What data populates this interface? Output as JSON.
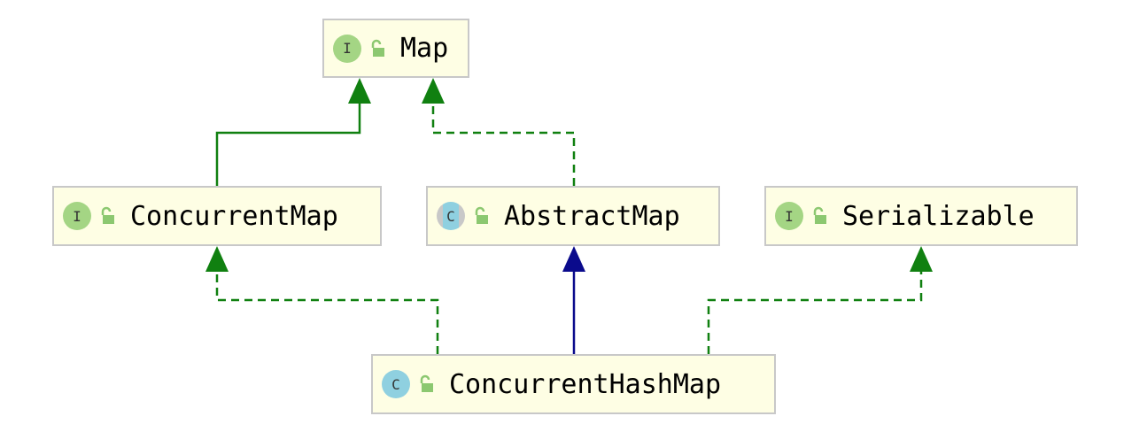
{
  "nodes": {
    "map": {
      "label": "Map",
      "kind_letter": "I",
      "kind": "interface"
    },
    "concurrent_map": {
      "label": "ConcurrentMap",
      "kind_letter": "I",
      "kind": "interface"
    },
    "abstract_map": {
      "label": "AbstractMap",
      "kind_letter": "C",
      "kind": "abstract class"
    },
    "serializable": {
      "label": "Serializable",
      "kind_letter": "I",
      "kind": "interface"
    },
    "concurrent_hash_map": {
      "label": "ConcurrentHashMap",
      "kind_letter": "C",
      "kind": "class"
    }
  },
  "edges": [
    {
      "from": "ConcurrentMap",
      "to": "Map",
      "relation": "extends",
      "style": "solid",
      "color": "#108010"
    },
    {
      "from": "AbstractMap",
      "to": "Map",
      "relation": "implements",
      "style": "dashed",
      "color": "#108010"
    },
    {
      "from": "ConcurrentHashMap",
      "to": "ConcurrentMap",
      "relation": "implements",
      "style": "dashed",
      "color": "#108010"
    },
    {
      "from": "ConcurrentHashMap",
      "to": "AbstractMap",
      "relation": "extends",
      "style": "solid",
      "color": "#0a0a8c"
    },
    {
      "from": "ConcurrentHashMap",
      "to": "Serializable",
      "relation": "implements",
      "style": "dashed",
      "color": "#108010"
    }
  ],
  "icons": {
    "interface": "interface-icon",
    "class": "class-icon",
    "abstract_class": "abstract-class-icon",
    "visibility": "public-unlocked-icon"
  },
  "colors": {
    "node_fill": "#fefee4",
    "node_border": "#c8c8c8",
    "interface_badge": "#a4d584",
    "class_badge": "#8fd0e0",
    "green_arrow": "#108010",
    "blue_arrow": "#0a0a8c"
  }
}
